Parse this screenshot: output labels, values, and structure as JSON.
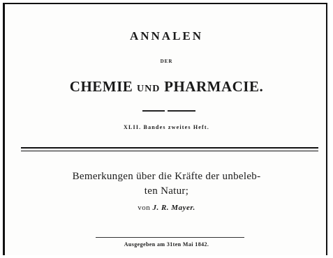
{
  "masthead": {
    "journal": "ANNALEN",
    "der": "DER",
    "title_big_1": "CHEMIE",
    "title_small": "UND",
    "title_big_2": "PHARMACIE.",
    "issue": "XLII. Bandes zweites Heft."
  },
  "article": {
    "title_line_1": "Bemerkungen über die Kräfte der unbeleb-",
    "title_line_2": "ten Natur;",
    "author_prefix": "von",
    "author_name": "J. R. Mayer."
  },
  "footer": {
    "issued": "Ausgegeben am 31ten Mai 1842."
  }
}
